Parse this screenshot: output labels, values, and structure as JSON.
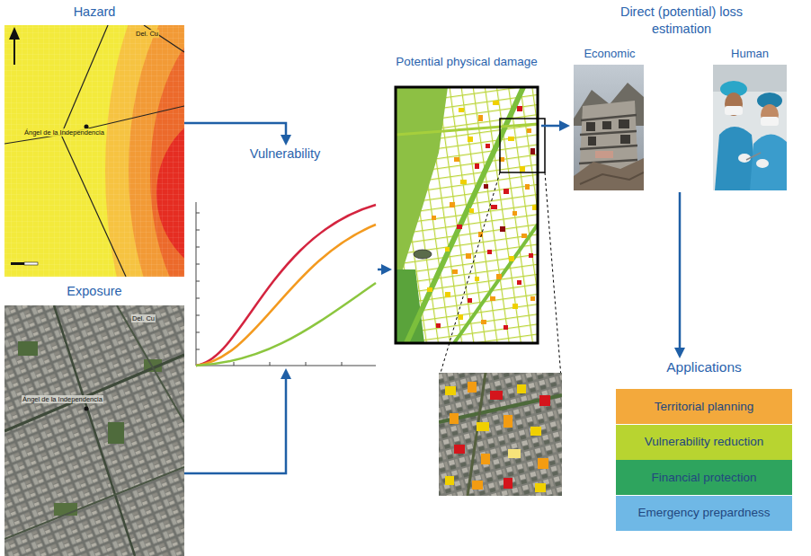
{
  "diagram": {
    "nodes": [
      {
        "text": [
          "Hazard"
        ]
      },
      {
        "text": [
          "Exposure"
        ]
      },
      {
        "text": [
          "Vulnerability"
        ]
      },
      {
        "text": [
          "Potential physical damage"
        ]
      },
      {
        "text": [
          "Direct (potential) loss estimation"
        ]
      },
      {
        "text": [
          "Economic"
        ],
        "in": 4
      },
      {
        "text": [
          "Human"
        ],
        "in": 4
      },
      {
        "text": [
          "Applications"
        ]
      },
      {
        "text": [
          "Territorial planning"
        ],
        "in": 7
      },
      {
        "text": [
          "Vulnerability reduction"
        ],
        "in": 7
      },
      {
        "text": [
          "Financial protection"
        ],
        "in": 7
      },
      {
        "text": [
          "Emergency prepardness"
        ],
        "in": 7
      }
    ],
    "edges": [
      {
        "from": 0,
        "to": 2,
        "arrow": "to"
      },
      {
        "from": 1,
        "to": 2,
        "arrow": "to"
      },
      {
        "from": 2,
        "to": 3,
        "arrow": "to"
      },
      {
        "from": 3,
        "to": 4,
        "arrow": "to"
      },
      {
        "from": 4,
        "to": 7,
        "arrow": "to"
      }
    ],
    "labels": [
      "Ángel de la Independencia",
      "Del. Cu",
      "Ángel de la Independencia",
      "Del. Cu"
    ]
  }
}
